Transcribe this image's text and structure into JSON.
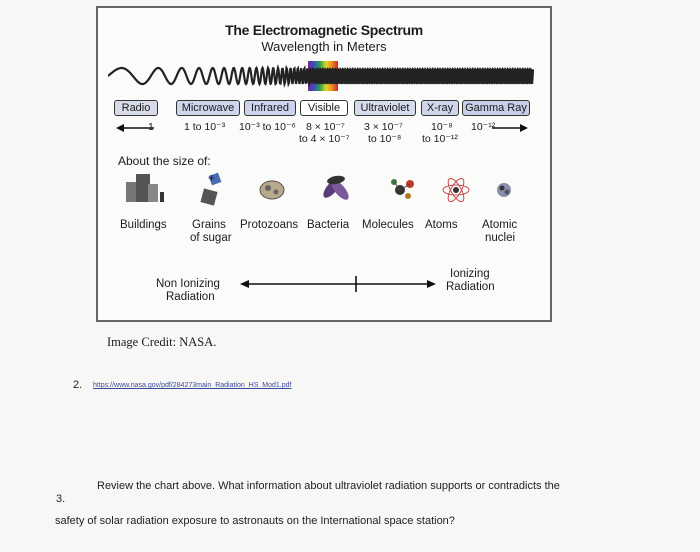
{
  "figure": {
    "title": "The Electromagnetic Spectrum",
    "subtitle": "Wavelength in Meters",
    "bands": [
      {
        "label": "Radio"
      },
      {
        "label": "Microwave"
      },
      {
        "label": "Infrared"
      },
      {
        "label": "Visible"
      },
      {
        "label": "Ultraviolet"
      },
      {
        "label": "X-ray"
      },
      {
        "label": "Gamma Ray"
      }
    ],
    "wavelengths": {
      "radio": "1",
      "micro": "1 to 10⁻³",
      "infra": "10⁻³ to 10⁻⁶",
      "visible": "8 × 10⁻⁷",
      "visible2": "to 4 × 10⁻⁷",
      "uv": "3 × 10⁻⁷",
      "uv2": "to 10⁻⁸",
      "xray": "10⁻⁸",
      "xray2": "to 10⁻¹²",
      "gamma": "10⁻¹²"
    },
    "about_label": "About the size of:",
    "size_items": [
      {
        "label": "Buildings"
      },
      {
        "label": "Grains",
        "label2": "of sugar"
      },
      {
        "label": "Protozoans"
      },
      {
        "label": "Bacteria"
      },
      {
        "label": "Molecules"
      },
      {
        "label": "Atoms"
      },
      {
        "label": "Atomic",
        "label2": "nuclei"
      }
    ],
    "non_ionizing": [
      "Non Ionizing",
      "Radiation"
    ],
    "ionizing": [
      "Ionizing",
      "Radiation"
    ]
  },
  "credit": "Image Credit: NASA.",
  "reference": {
    "number": "2.",
    "url": "https://www.nasa.gov/pdf/284273main_Radiation_HS_Mod1.pdf"
  },
  "question": {
    "number": "3.",
    "line1": "Review the chart above. What information about ultraviolet radiation supports or contradicts the",
    "line2": "safety of solar radiation exposure to astronauts on the International space station?"
  }
}
